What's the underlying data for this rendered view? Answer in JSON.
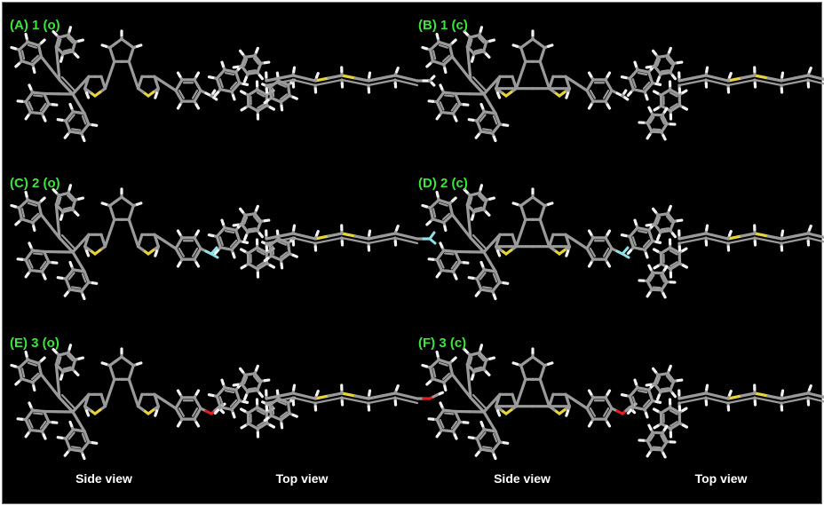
{
  "panels": [
    {
      "label": "(A) 1 (o)",
      "tip": "methyl"
    },
    {
      "label": "(B) 1 (c)",
      "tip": "methyl"
    },
    {
      "label": "(C) 2 (o)",
      "tip": "fluoro"
    },
    {
      "label": "(D) 2 (c)",
      "tip": "fluoro"
    },
    {
      "label": "(E) 3 (o)",
      "tip": "methoxy"
    },
    {
      "label": "(F) 3 (c)",
      "tip": "methoxy"
    }
  ],
  "view_captions": [
    "Side view",
    "Top view",
    "Side view",
    "Top view"
  ],
  "atom_colors": {
    "carbon": "#9a9a9a",
    "hydrogen": "#f2f2f2",
    "sulfur": "#e8d43a",
    "fluorine": "#8fe3e8",
    "oxygen": "#e02020"
  },
  "background": "#000000",
  "label_color": "#39e639"
}
